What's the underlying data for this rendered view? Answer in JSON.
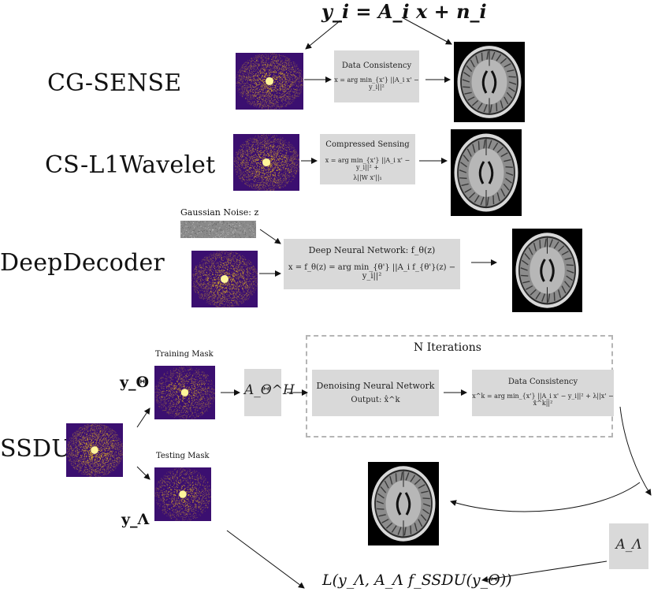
{
  "header_equation": "y_i = A_i x + n_i",
  "methods": {
    "cg_sense": {
      "label": "CG-SENSE",
      "box_title": "Data Consistency",
      "box_eq": "x = arg min_{x'} ||A_i x' − y_i||²"
    },
    "cs_l1wavelet": {
      "label": "CS-L1Wavelet",
      "box_title": "Compressed Sensing",
      "box_eq_1": "x = arg min_{x'} ||A_i x' − y_i||² +",
      "box_eq_2": "λ||W x'||₁"
    },
    "deepdecoder": {
      "label": "DeepDecoder",
      "noise_label": "Gaussian Noise: z",
      "box_title": "Deep Neural Network: f_θ(z)",
      "box_eq": "x = f_θ(z) = arg min_{θ'} ||A_i f_{θ'}(z) − y_i||²"
    },
    "ssdu": {
      "label": "SSDU",
      "training_mask_label": "Training Mask",
      "testing_mask_label": "Testing Mask",
      "y_theta": "y_Θ",
      "y_lambda": "y_Λ",
      "adjoint_op": "A_Θ^H",
      "iterations_label": "N Iterations",
      "denoise_title": "Denoising Neural Network",
      "denoise_output": "Output: x̂^k",
      "dc_title": "Data Consistency",
      "dc_eq": "x^k = arg min_{x'} ||A_i x' − y_i||² + λ||x' − x̂^k||²",
      "a_lambda": "A_Λ",
      "loss": "L(y_Λ, A_Λ f_SSDU(y_Θ))"
    }
  },
  "colors": {
    "kspace_bg": "#3b0f70",
    "kspace_dots": "#f5c518",
    "box_gray": "#d9d9d9",
    "dashed_border": "#b5b5b5"
  }
}
